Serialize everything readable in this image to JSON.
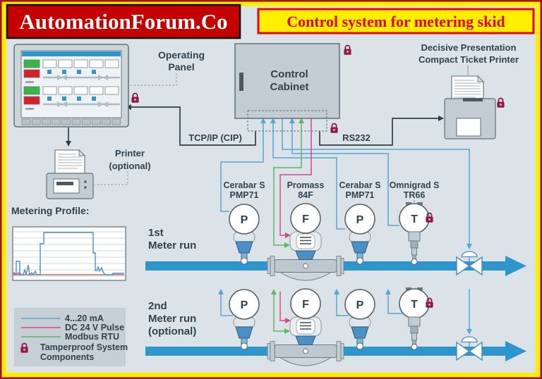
{
  "banner": {
    "brand": "AutomationForum.Co"
  },
  "title": {
    "text": "Control system for metering skid"
  },
  "nodes": {
    "operating_panel": {
      "label_line1": "Operating",
      "label_line2": "Panel"
    },
    "control_cabinet": {
      "label_line1": "Control",
      "label_line2": "Cabinet"
    },
    "ticket_printer": {
      "label_line1": "Decisive Presentation",
      "label_line2": "Compact Ticket Printer"
    },
    "printer": {
      "label_line1": "Printer",
      "label_line2": "(optional)"
    }
  },
  "connections": {
    "tcpip": "TCP/IP (CIP)",
    "rs232": "RS232"
  },
  "metering_profile": {
    "title": "Metering Profile:"
  },
  "runs": {
    "run1": {
      "line1": "1st",
      "line2": "Meter run"
    },
    "run2": {
      "line1": "2nd",
      "line2": "Meter run",
      "line3": "(optional)"
    }
  },
  "instruments": {
    "run1": [
      {
        "name": "Cerabar S",
        "model": "PMP71",
        "letter": "P"
      },
      {
        "name": "Promass",
        "model": "84F",
        "letter": "F"
      },
      {
        "name": "Cerabar S",
        "model": "PMP71",
        "letter": "P"
      },
      {
        "name": "Omnigrad S",
        "model": "TR66",
        "letter": "T"
      }
    ],
    "run2": [
      {
        "letter": "P"
      },
      {
        "letter": "F"
      },
      {
        "letter": "P"
      },
      {
        "letter": "T"
      }
    ]
  },
  "legend": {
    "items": [
      {
        "label": "4...20 mA",
        "color": "#58a6d2"
      },
      {
        "label": "DC 24 V Pulse",
        "color": "#d8458f"
      },
      {
        "label": "Modbus RTU",
        "color": "#5db860"
      }
    ],
    "tamperproof_line1": "Tamperproof System",
    "tamperproof_line2": "Components"
  },
  "colors": {
    "background": "#dbe3e9",
    "pipe": "#2e96cc",
    "signal_4_20mA": "#58a6d2",
    "dc24v_pulse": "#d8458f",
    "modbus_rtu": "#5db860",
    "lock": "#8e1945",
    "banner_bg": "#c40000",
    "title_bg": "#ffee00",
    "title_text": "#e30613"
  }
}
